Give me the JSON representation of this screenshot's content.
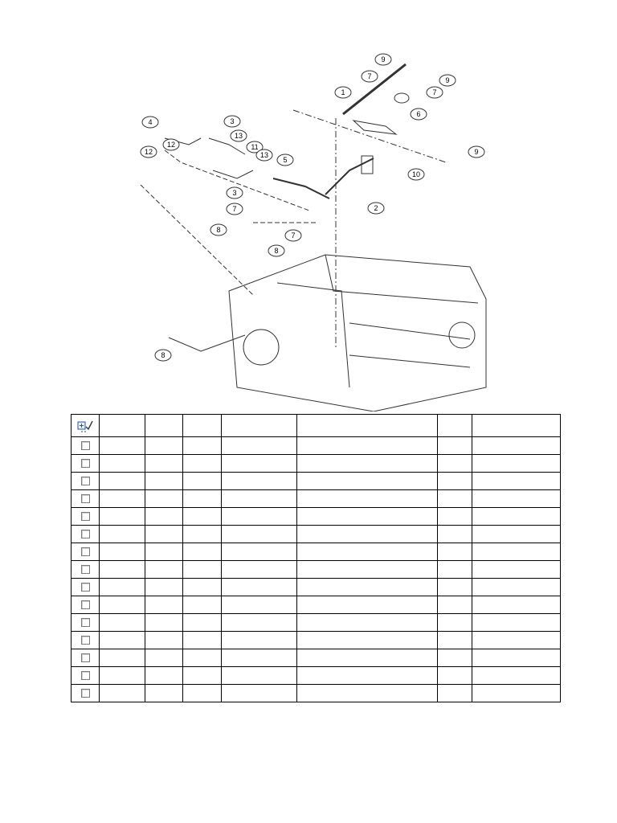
{
  "diagram": {
    "callouts": [
      "9",
      "7",
      "9",
      "7",
      "1",
      "6",
      "4",
      "3",
      "13",
      "11",
      "13",
      "5",
      "12",
      "12",
      "3",
      "9",
      "10",
      "2",
      "7",
      "7",
      "8",
      "8",
      "8"
    ]
  },
  "table": {
    "header_icon": "expand-all-icon",
    "columns": [
      "",
      "",
      "",
      "",
      "",
      "",
      ""
    ],
    "rows": [
      [
        "",
        "",
        "",
        "",
        "",
        "",
        ""
      ],
      [
        "",
        "",
        "",
        "",
        "",
        "",
        ""
      ],
      [
        "",
        "",
        "",
        "",
        "",
        "",
        ""
      ],
      [
        "",
        "",
        "",
        "",
        "",
        "",
        ""
      ],
      [
        "",
        "",
        "",
        "",
        "",
        "",
        ""
      ],
      [
        "",
        "",
        "",
        "",
        "",
        "",
        ""
      ],
      [
        "",
        "",
        "",
        "",
        "",
        "",
        ""
      ],
      [
        "",
        "",
        "",
        "",
        "",
        "",
        ""
      ],
      [
        "",
        "",
        "",
        "",
        "",
        "",
        ""
      ],
      [
        "",
        "",
        "",
        "",
        "",
        "",
        ""
      ],
      [
        "",
        "",
        "",
        "",
        "",
        "",
        ""
      ],
      [
        "",
        "",
        "",
        "",
        "",
        "",
        ""
      ],
      [
        "",
        "",
        "",
        "",
        "",
        "",
        ""
      ],
      [
        "",
        "",
        "",
        "",
        "",
        "",
        ""
      ],
      [
        "",
        "",
        "",
        "",
        "",
        "",
        ""
      ]
    ]
  }
}
